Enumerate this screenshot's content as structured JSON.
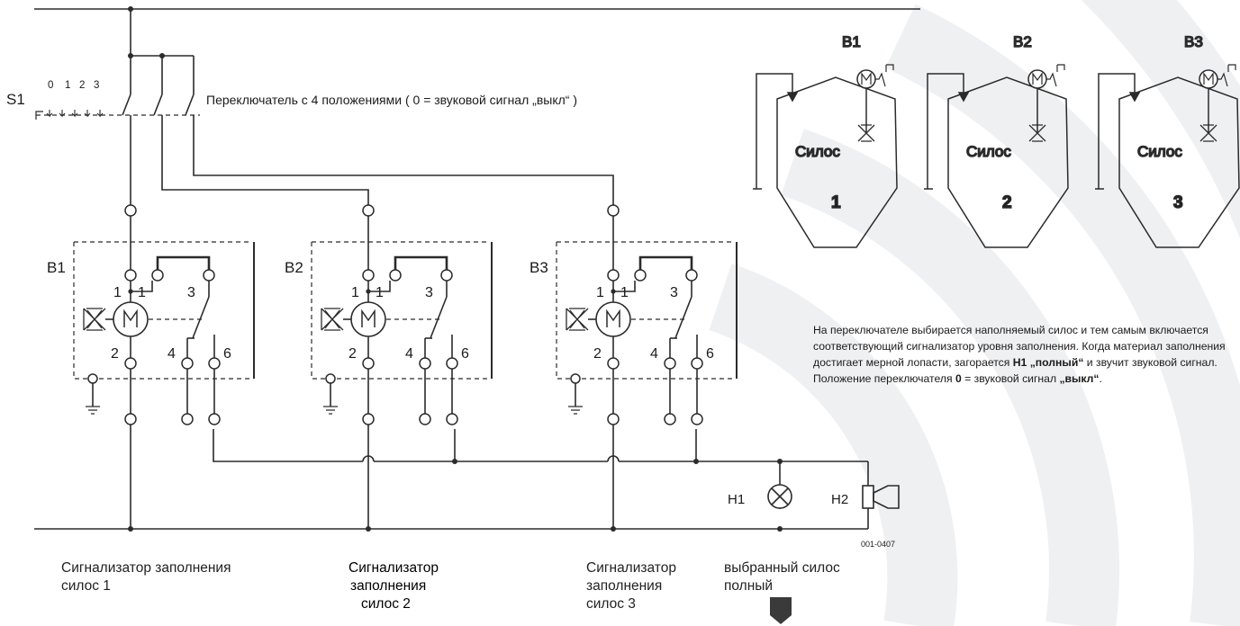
{
  "switch": {
    "name": "S1",
    "positions": [
      "0",
      "1",
      "2",
      "3"
    ],
    "description": "Переключатель с 4 положениями  ( 0 = звуковой сигнал „выкл“ )"
  },
  "modules": [
    {
      "name": "B1",
      "t1": "1",
      "t1b": "1",
      "t2": "2",
      "t3": "3",
      "t4": "4",
      "t6": "6"
    },
    {
      "name": "B2",
      "t1": "1",
      "t1b": "1",
      "t2": "2",
      "t3": "3",
      "t4": "4",
      "t6": "6"
    },
    {
      "name": "B3",
      "t1": "1",
      "t1b": "1",
      "t2": "2",
      "t3": "3",
      "t4": "4",
      "t6": "6"
    }
  ],
  "silos": [
    {
      "sensor": "B1",
      "label": "Силос",
      "number": "1"
    },
    {
      "sensor": "B2",
      "label": "Силос",
      "number": "2"
    },
    {
      "sensor": "B3",
      "label": "Силос",
      "number": "3"
    }
  ],
  "outputs": {
    "lamp": "H1",
    "horn": "H2"
  },
  "drawing_number": "001-0407",
  "captions": {
    "silo1": [
      "Сигнализатор заполнения",
      "силос 1"
    ],
    "silo2": [
      "Сигнализатор",
      "заполнения",
      "силос 2"
    ],
    "silo3": [
      "Сигнализатор",
      "заполнения",
      "силос 3"
    ],
    "full": [
      "выбранный силос",
      "полный"
    ]
  },
  "info": {
    "p1": "На переключателе выбирается наполняемый силос и тем самым включается соответствующий сигнализатор уровня заполнения. Когда материал заполнения достигает мерной лопасти, загорается ",
    "b1": "H1 „полный“",
    "p2": " и звучит звуковой сигнал. Положение переключателя ",
    "b2": "0",
    "p3": " = звуковой сигнал ",
    "b3": "„выкл“",
    "p4": "."
  },
  "colors": {
    "line": "#2b2b2b",
    "watermark": "#eef0f2",
    "indicator": "#3a3a3a"
  }
}
